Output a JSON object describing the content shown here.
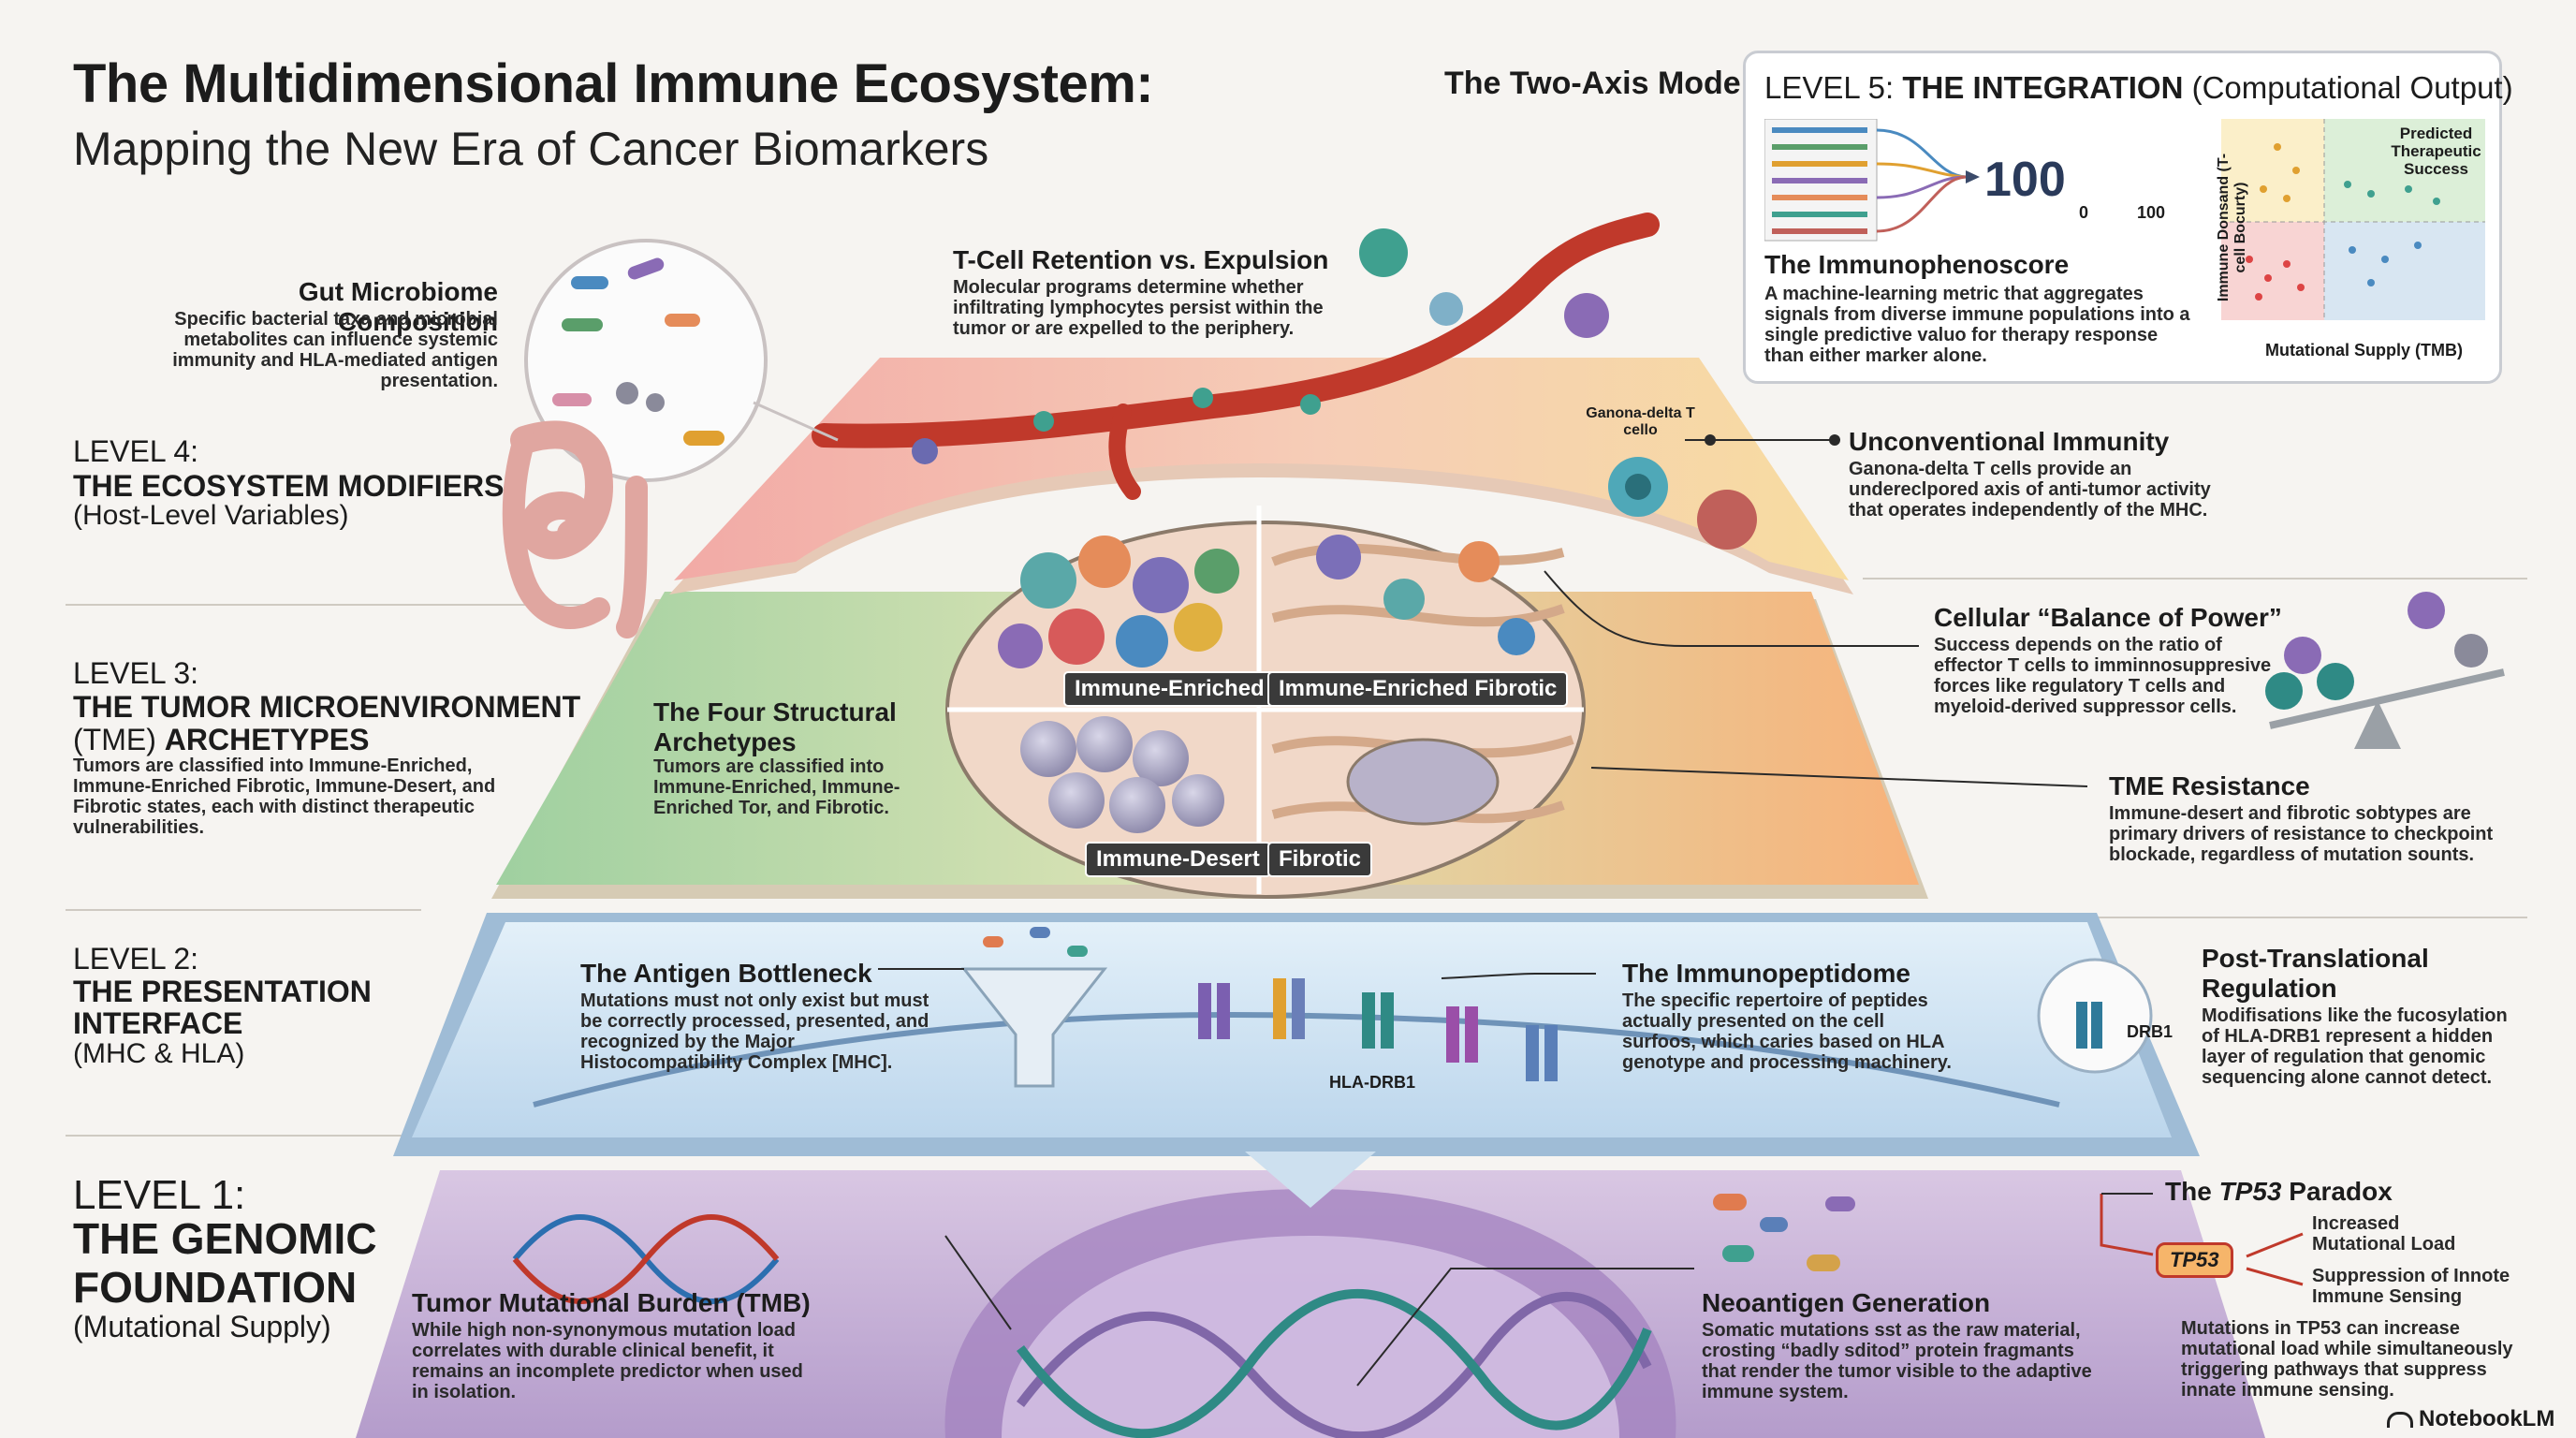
{
  "header": {
    "title": "The Multidimensional Immune Ecosystem:",
    "subtitle": "Mapping the New Era of Cancer Biomarkers"
  },
  "two_axis": {
    "title": "The Two-Axis Model",
    "panel_title_prefix": "LEVEL 5: ",
    "panel_title_bold": "THE INTEGRATION",
    "panel_title_suffix": " (Computational Output)",
    "score_value": "100",
    "score_min": "0",
    "score_max": "100",
    "score_title": "The Immunophenoscore",
    "score_desc": "A machine-learning metric that aggregates signals from diverse immune populations into a single predictive valuo for therapy response than either marker alone.",
    "quad_ylabel": "Immune Donsand (T-cell Bocurty)",
    "quad_xlabel": "Mutational Supply (TMB)",
    "quad_label": "Predicted Therapeutic Success"
  },
  "level4": {
    "num": "LEVEL 4:",
    "name": "THE ECOSYSTEM MODIFIERS",
    "desc": "(Host-Level Variables)",
    "microbiome_title": "Gut Microbiome Composition",
    "microbiome_desc": "Specific bacterial taxa and microbial metabolites can influence systemic immunity and HLA-mediated antigen presentation.",
    "tcell_title": "T-Cell Retention vs. Expulsion",
    "tcell_desc": "Molecular programs determine whether infiltrating lymphocytes persist within the tumor or are expelled to the periphery.",
    "gd_label": "Ganona-delta T cello",
    "unconv_title": "Unconventional Immunity",
    "unconv_desc": "Ganona-delta T cells provide an undereclpored axis of anti-tumor activity that operates independently of the MHC."
  },
  "level3": {
    "num": "LEVEL 3:",
    "name_line1": "THE TUMOR MICROENVIRONMENT",
    "name_line2_plain": "(TME) ",
    "name_line2_bold": "ARCHETYPES",
    "desc": "Tumors are classified into Immune-Enriched, Immune-Enriched Fibrotic, Immune-Desert, and Fibrotic states, each with distinct therapeutic vulnerabilities.",
    "four_title": "The Four Structural Archetypes",
    "four_desc": "Tumors are classified into Immune-Enriched, Immune-Enriched Tor, and Fibrotic.",
    "tag_enriched": "Immune-Enriched",
    "tag_enriched_fibrotic": "Immune-Enriched Fibrotic",
    "tag_desert": "Immune-Desert",
    "tag_fibrotic": "Fibrotic",
    "balance_title": "Cellular “Balance of Power”",
    "balance_desc": "Success depends on the ratio of effector T cells to imminnosuppresive forces like regulatory T cells and myeloid-derived suppressor cells.",
    "resist_title": "TME Resistance",
    "resist_desc": "Immune-desert and fibrotic sobtypes are primary drivers of resistance to checkpoint blockade, regardless of mutation sounts."
  },
  "level2": {
    "num": "LEVEL 2:",
    "name_line1": "THE PRESENTATION",
    "name_line2": "INTERFACE",
    "desc": "(MHC & HLA)",
    "bottleneck_title": "The Antigen Bottleneck",
    "bottleneck_desc": "Mutations must not only exist but must be correctly processed, presented, and recognized by the Major Histocompatibility Complex [MHC].",
    "peptidome_title": "The Immunopeptidome",
    "peptidome_desc": "The specific repertoire of peptides actually presented on the cell surfoos, which caries based on HLA genotype and processing machinery.",
    "hla_label": "HLA-DRB1",
    "drb1_label": "DRB1",
    "ptr_title": "Post-Translational Regulation",
    "ptr_desc": "Modifisations like the fucosylation of HLA-DRB1 represent a hidden layer of regulation that genomic sequencing alone cannot detect."
  },
  "level1": {
    "num": "LEVEL 1:",
    "name_line1": "THE GENOMIC",
    "name_line2": "FOUNDATION",
    "desc": "(Mutational Supply)",
    "tmb_title": "Tumor Mutational Burden (TMB)",
    "tmb_desc": "While high non-synonymous mutation load correlates with durable clinical benefit, it remains an incomplete predictor when used in isolation.",
    "neo_title": "Neoantigen Generation",
    "neo_desc": "Somatic mutations sst as the raw material, crosting “badly sditod” protein fragmants that render the tumor visible to the adaptive immune system.",
    "tp53_title_pre": "The ",
    "tp53_title_em": "TP53",
    "tp53_title_post": " Paradox",
    "tp53_badge": "TP53",
    "tp53_up": "Increased Mutational Load",
    "tp53_down": "Suppression of Innote Immune Sensing",
    "tp53_desc": "Mutations in TP53 can increase mutational load while simultaneously triggering pathways that suppress innate immune sensing."
  },
  "footer": {
    "brand": "NotebookLM"
  },
  "colors": {
    "level4": "#f2b7b4",
    "level3_green": "#a8d3a6",
    "level3_orange": "#f6b985",
    "level2": "#cde3f2",
    "level1": "#c9b3d9"
  }
}
